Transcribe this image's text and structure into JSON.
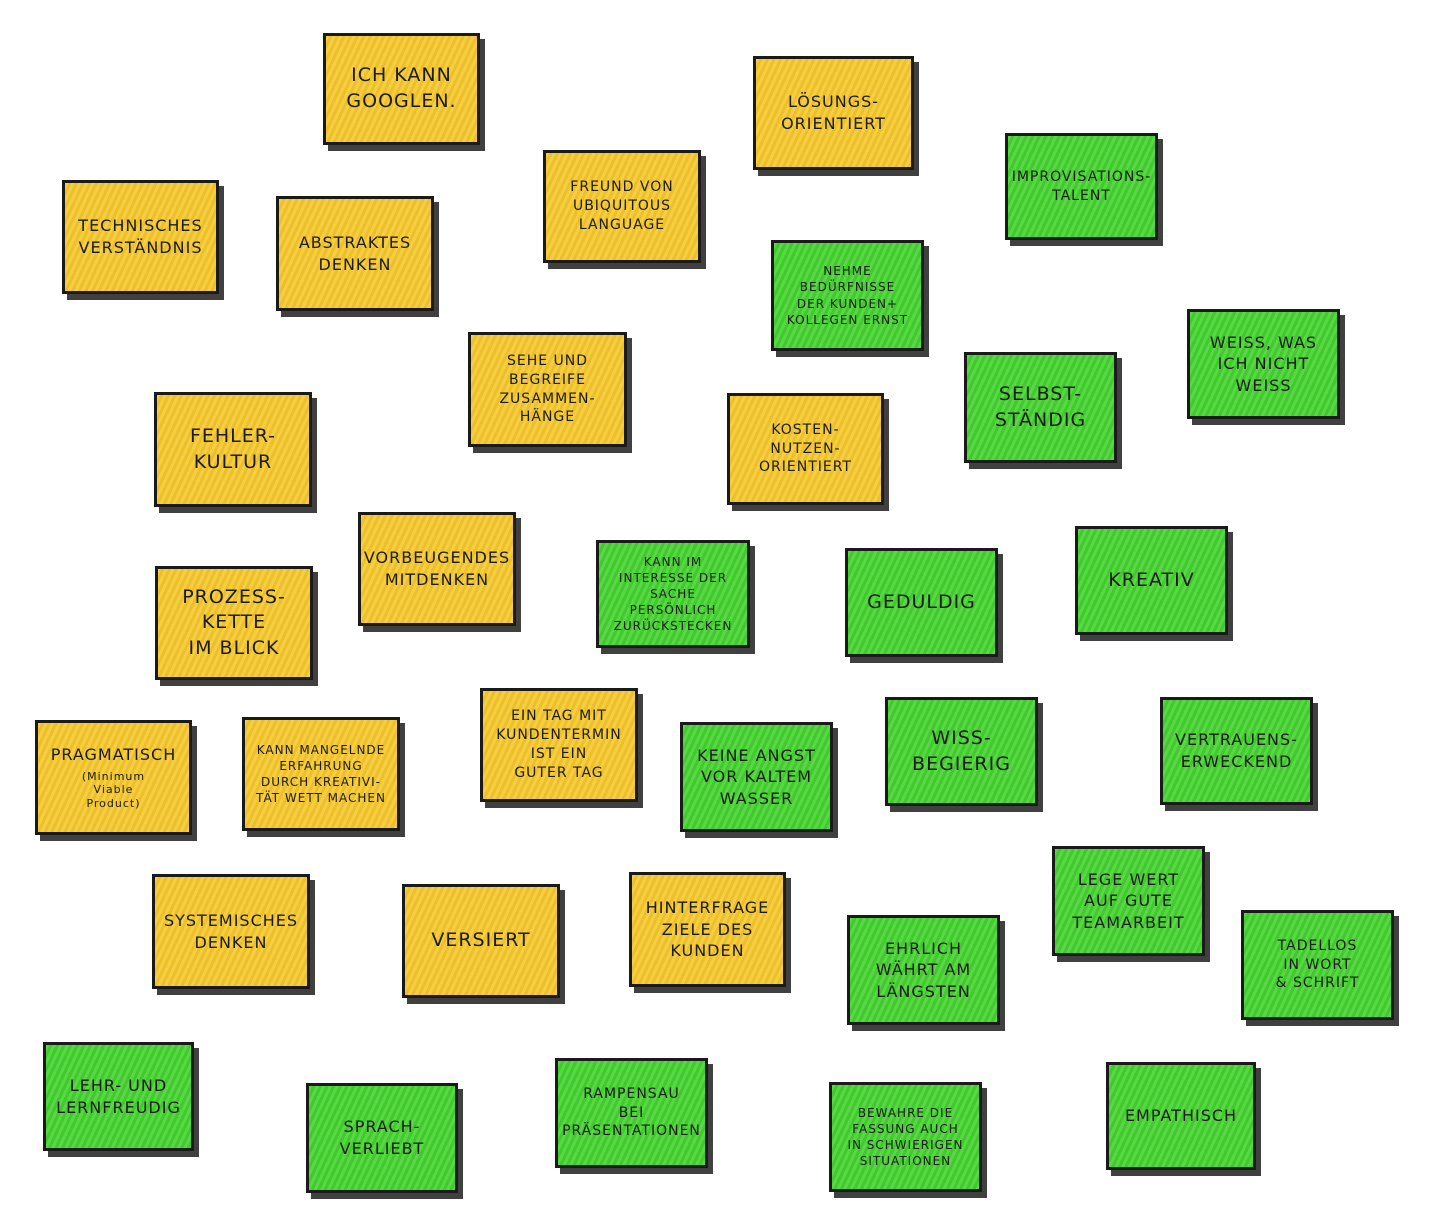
{
  "colors": {
    "yellow_note": "#f6c82d",
    "green_note": "#45d430",
    "border": "#1a1a1a"
  },
  "notes": {
    "ich_kann_googlen": "Ich kann\ngooglen.",
    "loesungsorientiert": "Lösungs-\norientiert",
    "improvisationstalent": "Improvisations-\ntalent",
    "technisches_verstaendnis": "Technisches\nVerständnis",
    "abstraktes_denken": "Abstraktes\nDenken",
    "ubiquitous_language": "Freund von\nUbiquitous\nLanguage",
    "beduerfnisse": "Nehme\nBedürfnisse\nder Kunden+\nKollegen ernst",
    "weiss_was_ich_nicht_weiss": "Weiß, was\nich nicht\nweiß",
    "sehe_zusammenhaenge": "Sehe und\nbegreife\nZusammen-\nhänge",
    "selbststaendig": "Selbst-\nständig",
    "fehlerkultur": "Fehler-\nkultur",
    "kosten_nutzen": "Kosten-\nNutzen-\norientiert",
    "vorbeugendes_mitdenken": "Vorbeugendes\nMitdenken",
    "zuruecksteckern": "Kann im\nInteresse der\nSache persönlich\nzurückstecken",
    "geduldig": "Geduldig",
    "kreativ": "Kreativ",
    "prozesskette": "Prozess-\nkette\nim Blick",
    "pragmatisch": "Pragmatisch",
    "pragmatisch_sub": "(Minimum\nViable\nProduct)",
    "mangelnde_erfahrung": "Kann mangelnde\nErfahrung\ndurch Kreativi-\ntät wett machen",
    "kundentermin": "Ein Tag mit\nKundentermin\nist ein\nguter Tag",
    "keine_angst": "Keine Angst\nvor kaltem\nWasser",
    "wissbegierig": "Wiss-\nbegierig",
    "vertrauenserweckend": "Vertrauens-\nerweckend",
    "lege_wert_teamarbeit": "Lege Wert\nauf gute\nTeamarbeit",
    "systemisches_denken": "Systemisches\nDenken",
    "versiert": "Versiert",
    "hinterfrage_ziele": "Hinterfrage\nZiele des\nKunden",
    "ehrlich": "Ehrlich\nwährt am\nlängsten",
    "tadellos": "Tadellos\nin Wort\n& Schrift",
    "lehr_lernfreudig": "Lehr- und\nlernfreudig",
    "sprachverliebt": "Sprach-\nverliebt",
    "rampensau": "Rampensau\nbei\nPräsentationen",
    "bewahre_fassung": "Bewahre die\nFassung auch\nin schwierigen\nSituationen",
    "empathisch": "Empathisch"
  }
}
